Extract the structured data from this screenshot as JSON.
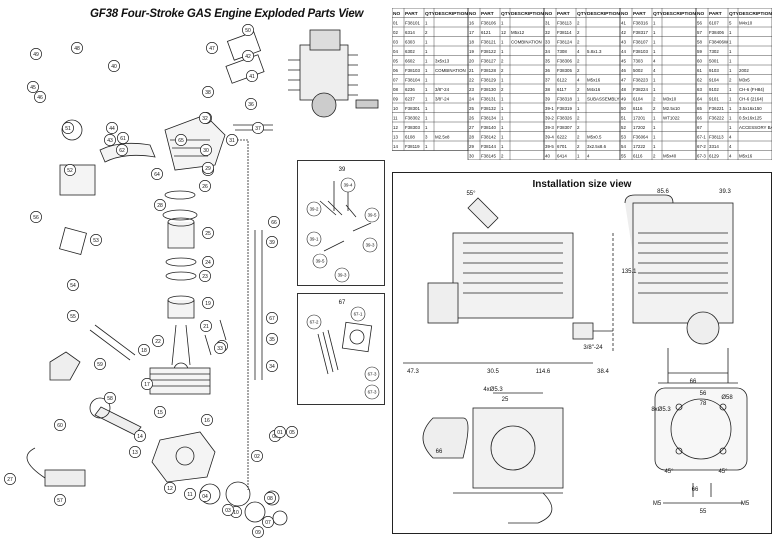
{
  "title": "GF38 Four-Stroke GAS Engine Exploded Parts View",
  "table_headers": [
    "NO",
    "PART",
    "QTY",
    "DESCRIPTION"
  ],
  "table_columns": [
    [
      [
        "01",
        "F38101",
        "1",
        ""
      ],
      [
        "02",
        "6314",
        "2",
        ""
      ],
      [
        "03",
        "6303",
        "1",
        ""
      ],
      [
        "04",
        "6302",
        "1",
        ""
      ],
      [
        "05",
        "6602",
        "1",
        "3x5x13"
      ],
      [
        "06",
        "F38103",
        "1",
        "COMBINATION"
      ],
      [
        "07",
        "F38104",
        "1",
        ""
      ],
      [
        "08",
        "6236",
        "1",
        "3/8\"-24"
      ],
      [
        "09",
        "6237",
        "1",
        "3/8\"-24"
      ],
      [
        "10",
        "F38301",
        "1",
        ""
      ],
      [
        "11",
        "F38302",
        "1",
        ""
      ],
      [
        "12",
        "F38303",
        "1",
        ""
      ],
      [
        "13",
        "6108",
        "3",
        "M2.5x8"
      ],
      [
        "14",
        "F38119",
        "1",
        ""
      ]
    ],
    [
      [
        "16",
        "F38106",
        "1",
        ""
      ],
      [
        "17",
        "6121",
        "12",
        "M5x12"
      ],
      [
        "18",
        "F38121",
        "1",
        "COMBINATION"
      ],
      [
        "19",
        "F38122",
        "1",
        ""
      ],
      [
        "20",
        "F38127",
        "2",
        ""
      ],
      [
        "21",
        "F38128",
        "2",
        ""
      ],
      [
        "22",
        "F38129",
        "1",
        ""
      ],
      [
        "23",
        "F38130",
        "2",
        ""
      ],
      [
        "24",
        "F38131",
        "1",
        ""
      ],
      [
        "25",
        "F38132",
        "1",
        ""
      ],
      [
        "26",
        "F38134",
        "1",
        ""
      ],
      [
        "27",
        "F38140",
        "1",
        ""
      ],
      [
        "28",
        "F38142",
        "1",
        ""
      ],
      [
        "29",
        "F38144",
        "1",
        ""
      ],
      [
        "30",
        "F38145",
        "2",
        ""
      ]
    ],
    [
      [
        "31",
        "F38113",
        "2",
        ""
      ],
      [
        "32",
        "F38114",
        "2",
        ""
      ],
      [
        "33",
        "F38124",
        "2",
        ""
      ],
      [
        "34",
        "7308",
        "4",
        "5.8x1.3"
      ],
      [
        "35",
        "F38306",
        "2",
        ""
      ],
      [
        "36",
        "F38305",
        "2",
        ""
      ],
      [
        "37",
        "6122",
        "4",
        "M5x16"
      ],
      [
        "38",
        "6117",
        "2",
        "M4x16"
      ],
      [
        "39",
        "F38318",
        "1",
        "SUBASSEMBLY"
      ],
      [
        "39-1",
        "F38319",
        "1",
        ""
      ],
      [
        "39-2",
        "F38326",
        "2",
        ""
      ],
      [
        "39-3",
        "F38307",
        "2",
        ""
      ],
      [
        "39-4",
        "6222",
        "2",
        "M5x0.5"
      ],
      [
        "39-5",
        "6701",
        "2",
        "3x2.5x8.6"
      ],
      [
        "40",
        "6414",
        "1",
        "4"
      ]
    ],
    [
      [
        "41",
        "F38316",
        "1",
        ""
      ],
      [
        "42",
        "F38317",
        "1",
        ""
      ],
      [
        "43",
        "F38107",
        "1",
        ""
      ],
      [
        "44",
        "F38103",
        "1",
        ""
      ],
      [
        "45",
        "7303",
        "4",
        ""
      ],
      [
        "46",
        "5002",
        "4",
        ""
      ],
      [
        "47",
        "F38223",
        "1",
        ""
      ],
      [
        "48",
        "F38224",
        "1",
        ""
      ],
      [
        "49",
        "6104",
        "2",
        "M3x10"
      ],
      [
        "50",
        "6116",
        "2",
        "M2.5x10"
      ],
      [
        "51",
        "17201",
        "1",
        "WT1022"
      ],
      [
        "52",
        "17202",
        "1",
        ""
      ],
      [
        "53",
        "F36064",
        "1",
        ""
      ],
      [
        "54",
        "17222",
        "1",
        ""
      ],
      [
        "55",
        "6116",
        "2",
        "M5x40"
      ]
    ],
    [
      [
        "56",
        "6107",
        "5",
        "M4x10"
      ],
      [
        "57",
        "F38406",
        "1",
        ""
      ],
      [
        "58",
        "F38406W",
        "1",
        ""
      ],
      [
        "59",
        "7302",
        "1",
        ""
      ],
      [
        "60",
        "5001",
        "1",
        ""
      ],
      [
        "61",
        "9103",
        "1",
        "2002"
      ],
      [
        "62",
        "9104",
        "2",
        "M3x5"
      ],
      [
        "63",
        "9102",
        "1",
        "CH-6 (FH84)"
      ],
      [
        "64",
        "9101",
        "1",
        "CH-6 (2164)"
      ],
      [
        "65",
        "F36221",
        "1",
        "3.5x16x150"
      ],
      [
        "66",
        "F36222",
        "1",
        "0.5x16x125"
      ],
      [
        "67",
        "",
        "1",
        "ACCESSORY BAG"
      ],
      [
        "67-1",
        "F38113",
        "4",
        ""
      ],
      [
        "67-2",
        "3314",
        "4",
        ""
      ],
      [
        "67-3",
        "6129",
        "4",
        "M5x16"
      ]
    ]
  ],
  "install": {
    "title": "Installation size view",
    "dims": [
      "55°",
      "135.1",
      "47.3",
      "30.5",
      "114.6",
      "38.4",
      "3/8\"-24",
      "85.6",
      "39.3",
      "56",
      "78",
      "4xØ5.3",
      "25",
      "66",
      "66",
      "8xØ5.3",
      "Ø58",
      "66",
      "45°",
      "45°",
      "M5",
      "M5",
      "55"
    ]
  },
  "callouts": [
    "49",
    "48",
    "50",
    "47",
    "42",
    "41",
    "45",
    "46",
    "40",
    "51",
    "38",
    "37",
    "44",
    "43",
    "36",
    "38",
    "52",
    "53",
    "56",
    "54",
    "55",
    "26",
    "25",
    "24",
    "23",
    "19",
    "20",
    "21",
    "22",
    "18",
    "17",
    "16",
    "15",
    "14",
    "13",
    "12",
    "11",
    "10",
    "09",
    "08",
    "07",
    "06",
    "05",
    "04",
    "03",
    "02",
    "01",
    "57",
    "58",
    "59",
    "60",
    "61",
    "62",
    "63",
    "64",
    "65",
    "66",
    "39",
    "67",
    "35",
    "34",
    "33",
    "32",
    "31",
    "30",
    "29",
    "28",
    "27"
  ],
  "inset_39": {
    "label": "39",
    "parts": [
      "39-4",
      "39-2",
      "39-5",
      "39-3",
      "39-1",
      "39-5",
      "39-3"
    ]
  },
  "inset_67": {
    "label": "67",
    "parts": [
      "67-2",
      "67-1",
      "67-3",
      "67-3"
    ]
  }
}
